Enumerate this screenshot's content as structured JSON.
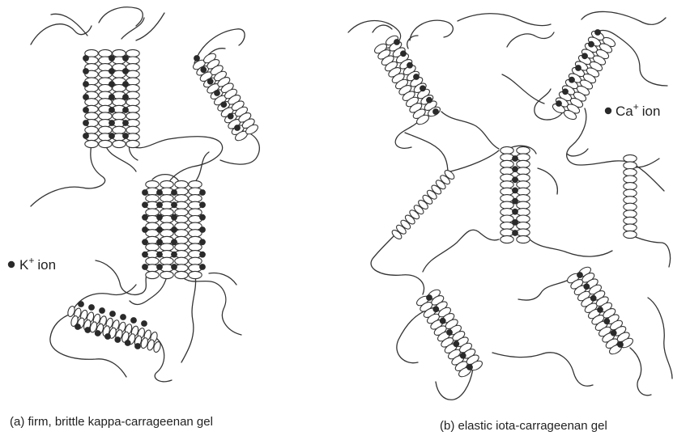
{
  "panel_a": {
    "caption": "(a) firm, brittle kappa-carrageenan gel",
    "ion_label": "K",
    "ion_charge": "+",
    "ion_word": "ion"
  },
  "panel_b": {
    "caption": "(b) elastic iota-carrageenan gel",
    "ion_label": "Ca",
    "ion_charge": "+",
    "ion_word": "ion"
  },
  "colors": {
    "line": "#333333",
    "ion": "#2a2a2a",
    "background": "#ffffff"
  }
}
